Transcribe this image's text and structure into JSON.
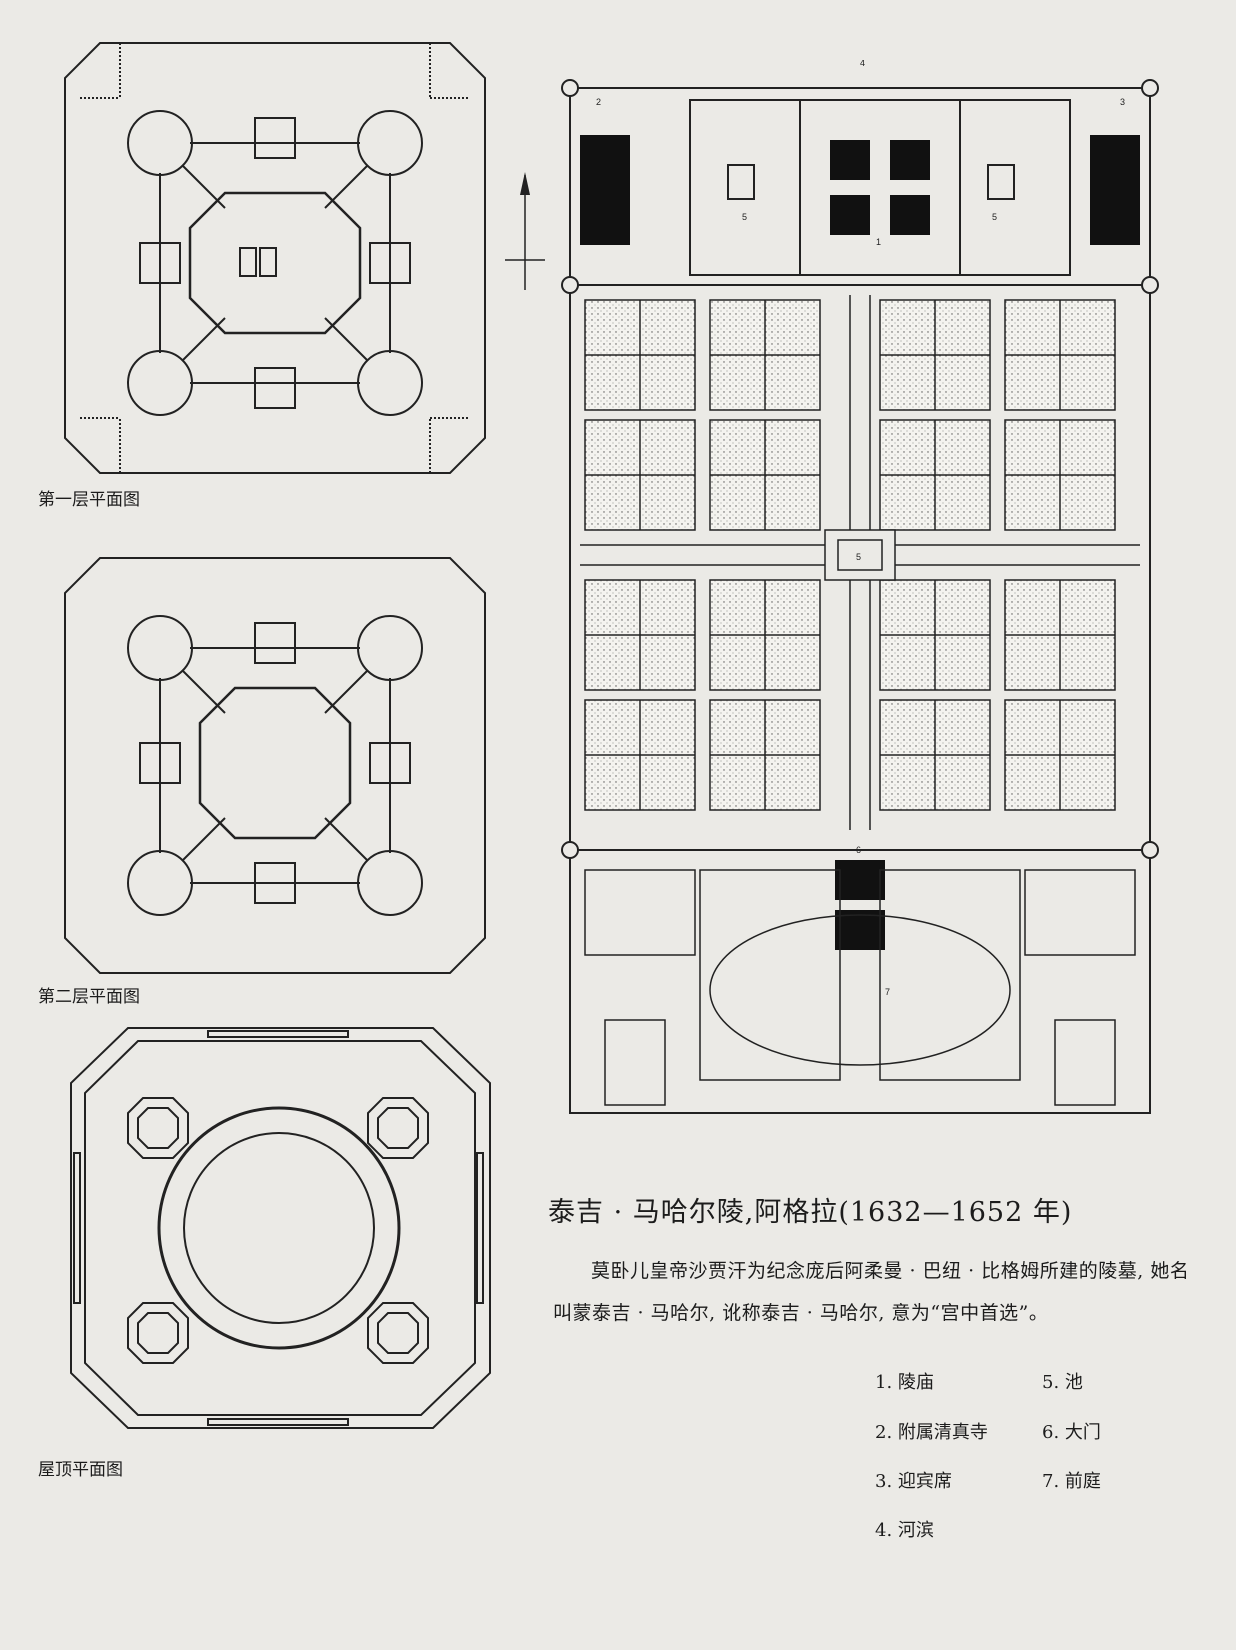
{
  "figures": {
    "first_floor_caption": "第一层平面图",
    "second_floor_caption": "第二层平面图",
    "roof_caption": "屋顶平面图"
  },
  "site_plan": {
    "labels": [
      "1",
      "2",
      "3",
      "4",
      "5",
      "5",
      "5",
      "6",
      "7"
    ]
  },
  "title": "泰吉 · 马哈尔陵,阿格拉(1632—1652 年)",
  "description": "莫卧儿皇帝沙贾汗为纪念庞后阿柔曼 · 巴纽 · 比格姆所建的陵墓, 她名叫蒙泰吉 · 马哈尔, 讹称泰吉 · 马哈尔, 意为“宫中首选”。",
  "legend": [
    {
      "num": "1.",
      "label": "陵庙"
    },
    {
      "num": "2.",
      "label": "附属清真寺"
    },
    {
      "num": "3.",
      "label": "迎宾席"
    },
    {
      "num": "4.",
      "label": "河滨"
    },
    {
      "num": "5.",
      "label": "池"
    },
    {
      "num": "6.",
      "label": "大门"
    },
    {
      "num": "7.",
      "label": "前庭"
    }
  ]
}
